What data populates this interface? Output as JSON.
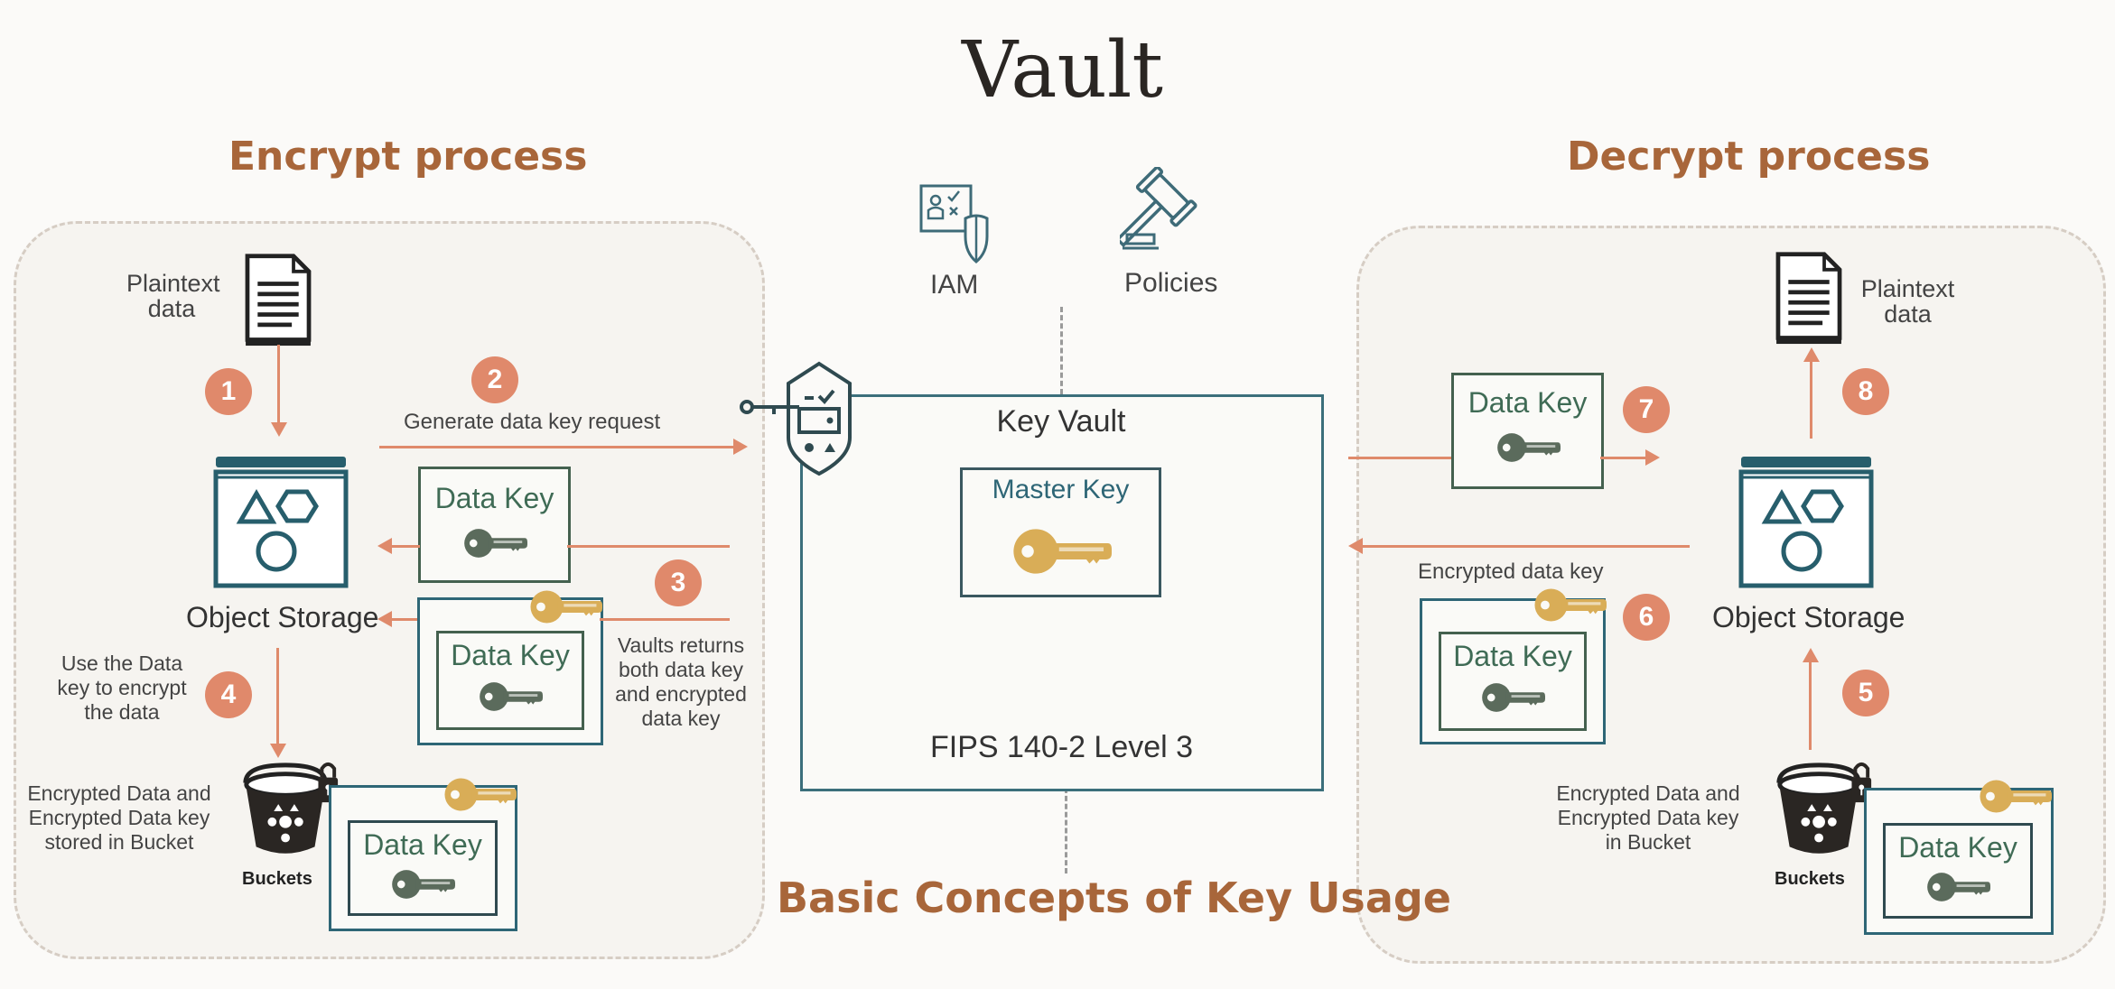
{
  "title": "Vault",
  "encrypt": {
    "title": "Encrypt process",
    "plaintext_label": [
      "Plaintext",
      "data"
    ],
    "steps": [
      "1",
      "2",
      "3",
      "4"
    ],
    "generate_request": "Generate data key request",
    "data_key_label": "Data Key",
    "object_storage_label": "Object Storage",
    "vault_returns": [
      "Vaults returns",
      "both data key",
      "and encrypted",
      "data key"
    ],
    "use_key": [
      "Use the Data",
      "key to encrypt",
      "the data"
    ],
    "stored": [
      "Encrypted Data and",
      "Encrypted Data key",
      "stored in Bucket"
    ],
    "buckets_label": "Buckets"
  },
  "center": {
    "iam_label": "IAM",
    "policies_label": "Policies",
    "key_vault_label": "Key Vault",
    "master_key_label": "Master Key",
    "fips_label": "FIPS 140-2 Level 3",
    "bottom_title": "Basic Concepts of Key Usage"
  },
  "decrypt": {
    "title": "Decrypt process",
    "plaintext_label": [
      "Plaintext",
      "data"
    ],
    "steps": [
      "5",
      "6",
      "7",
      "8"
    ],
    "data_key_label": "Data Key",
    "encrypted_data_key": "Encrypted data key",
    "object_storage_label": "Object Storage",
    "stored": [
      "Encrypted Data and",
      "Encrypted Data key",
      "in Bucket"
    ],
    "buckets_label": "Buckets"
  },
  "colors": {
    "accent": "#a8663a",
    "badge": "#e0896b",
    "teal": "#2e6676",
    "green": "#44614f",
    "gold_key": "#d9ad57"
  }
}
